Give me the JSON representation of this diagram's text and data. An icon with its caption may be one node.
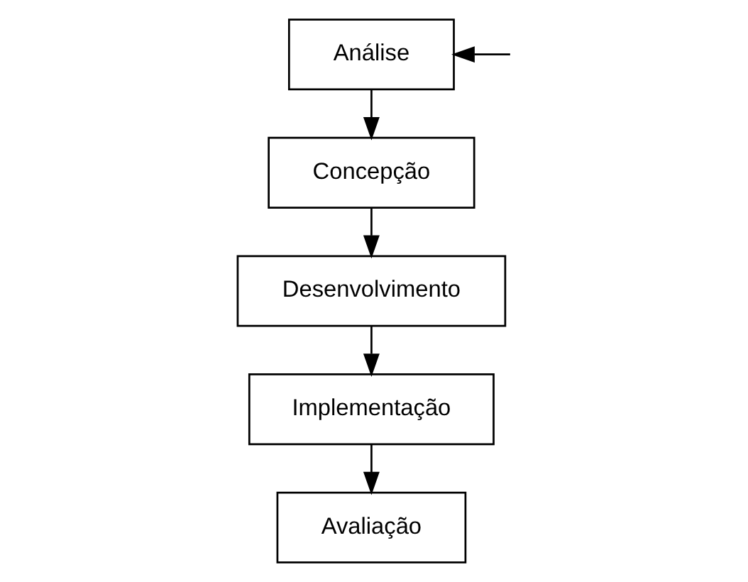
{
  "diagram": {
    "nodes": [
      {
        "text": [
          "Análise"
        ]
      },
      {
        "text": [
          "Concepção"
        ]
      },
      {
        "text": [
          "Desenvolvimento"
        ]
      },
      {
        "text": [
          "Implementação"
        ]
      },
      {
        "text": [
          "Avaliação"
        ]
      }
    ],
    "edges": [
      {
        "from": 0,
        "to": 1,
        "arrow": "to"
      },
      {
        "from": 1,
        "to": 2,
        "arrow": "to"
      },
      {
        "from": 2,
        "to": 3,
        "arrow": "to"
      },
      {
        "from": 3,
        "to": 4,
        "arrow": "to"
      },
      {
        "from": null,
        "to": 0,
        "arrow": "to"
      }
    ]
  }
}
